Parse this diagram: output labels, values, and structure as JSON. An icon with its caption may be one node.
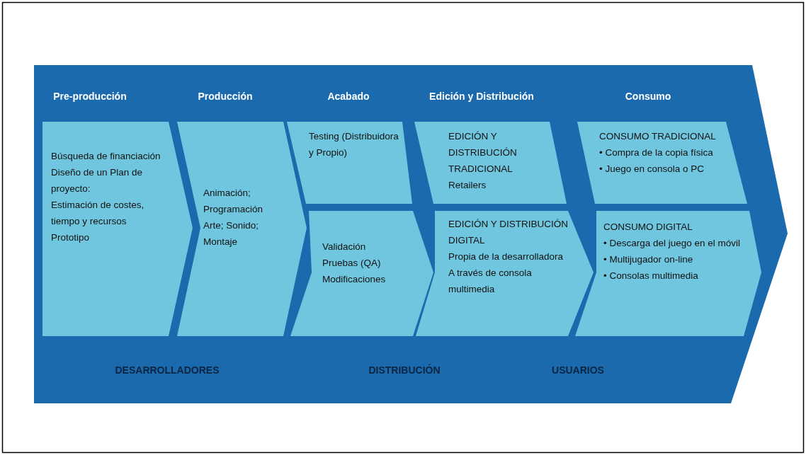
{
  "diagram": {
    "nodes": [
      {
        "text": [
          "Búsqueda de financiación",
          "Diseño de un Plan de proyecto:",
          "Estimación de costes, tiempo y recursos",
          "Prototipo"
        ]
      },
      {
        "text": [
          "Animación;",
          "Programación",
          "Arte; Sonido;",
          "Montaje"
        ]
      },
      {
        "text": [
          "Testing (Distribuidora y Propio)"
        ]
      },
      {
        "text": [
          "Validación",
          "Pruebas (QA)",
          "Modificaciones"
        ]
      },
      {
        "text": [
          "EDICIÓN Y DISTRIBUCIÓN TRADICIONAL",
          "Retailers"
        ]
      },
      {
        "text": [
          "EDICIÓN Y DISTRIBUCIÓN DIGITAL",
          "Propia de la desarrolladora",
          "A través de consola multimedia"
        ]
      },
      {
        "text": [
          "CONSUMO TRADICIONAL",
          "• Compra de la copia física",
          "• Juego en consola o PC"
        ]
      },
      {
        "text": [
          "CONSUMO DIGITAL",
          "• Descarga del juego en el móvil",
          "• Multijugador on-line",
          "• Consolas multimedia"
        ]
      }
    ],
    "labels": [
      "Pre-producción",
      "Producción",
      "Acabado",
      "Edición y Distribución",
      "Consumo",
      "DESARROLLADORES",
      "DISTRIBUCIÓN",
      "USUARIOS"
    ]
  }
}
